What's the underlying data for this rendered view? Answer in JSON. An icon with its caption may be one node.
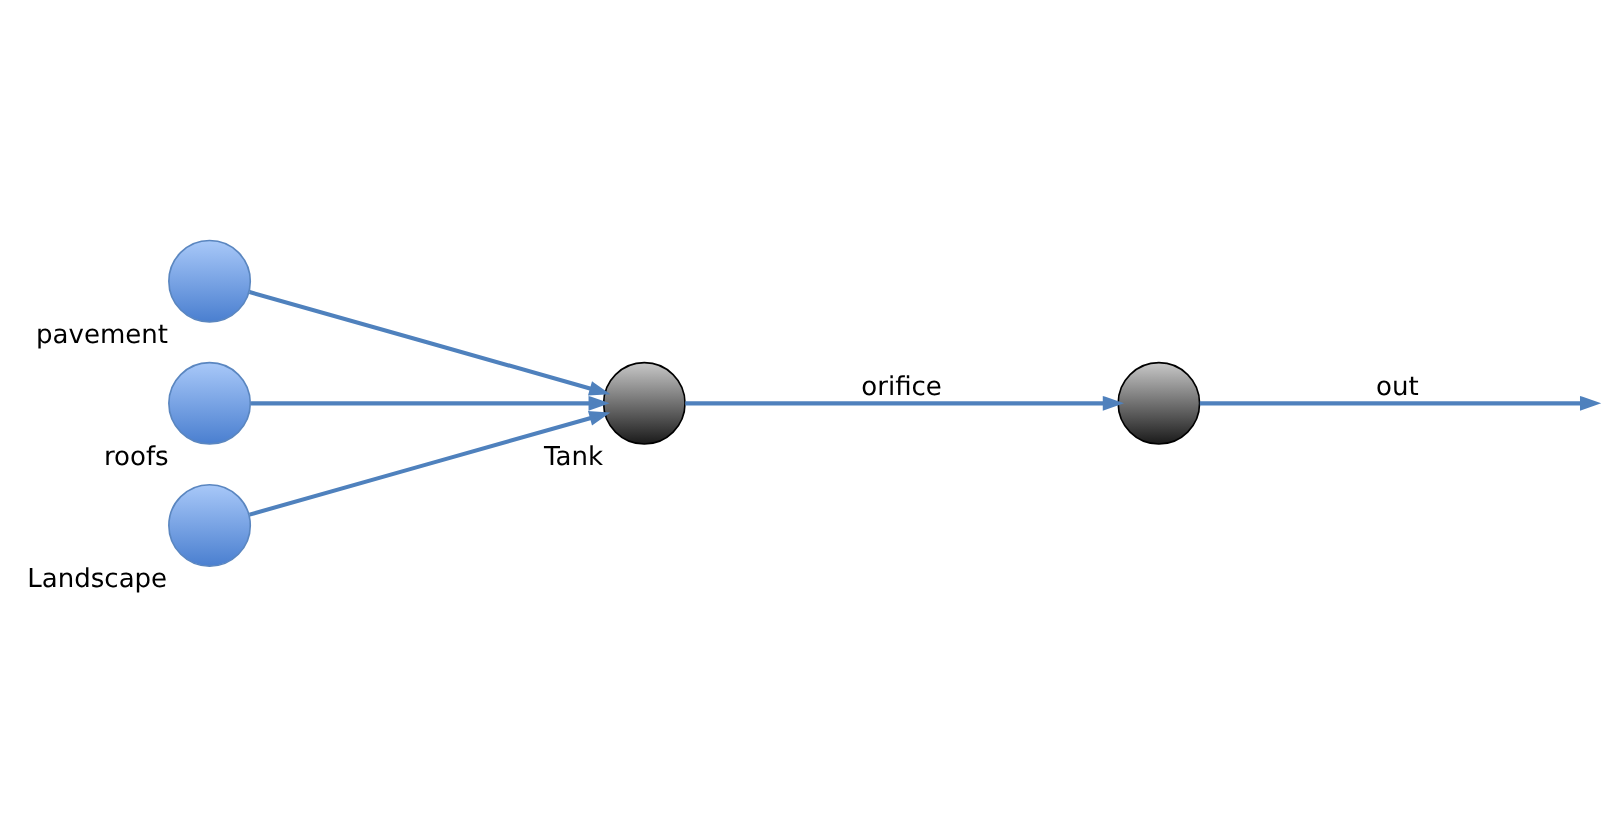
{
  "diagram": {
    "nodes": [
      {
        "text": [],
        "shape": "circle",
        "beside": [
          "pavement"
        ]
      },
      {
        "text": [],
        "shape": "circle",
        "beside": [
          "roofs"
        ]
      },
      {
        "text": [],
        "shape": "circle",
        "beside": [
          "Landscape"
        ]
      },
      {
        "text": [],
        "shape": "circle",
        "beside": [
          "Tank"
        ]
      },
      {
        "text": [],
        "shape": "circle"
      }
    ],
    "edges": [
      {
        "from": 0,
        "to": 3,
        "arrow": "to"
      },
      {
        "from": 1,
        "to": 3,
        "arrow": "to"
      },
      {
        "from": 2,
        "to": 3,
        "arrow": "to"
      },
      {
        "from": 3,
        "to": 4,
        "arrow": "to",
        "label": "orifice"
      },
      {
        "from": 4,
        "to": null,
        "arrow": "to",
        "label": "out"
      }
    ]
  }
}
